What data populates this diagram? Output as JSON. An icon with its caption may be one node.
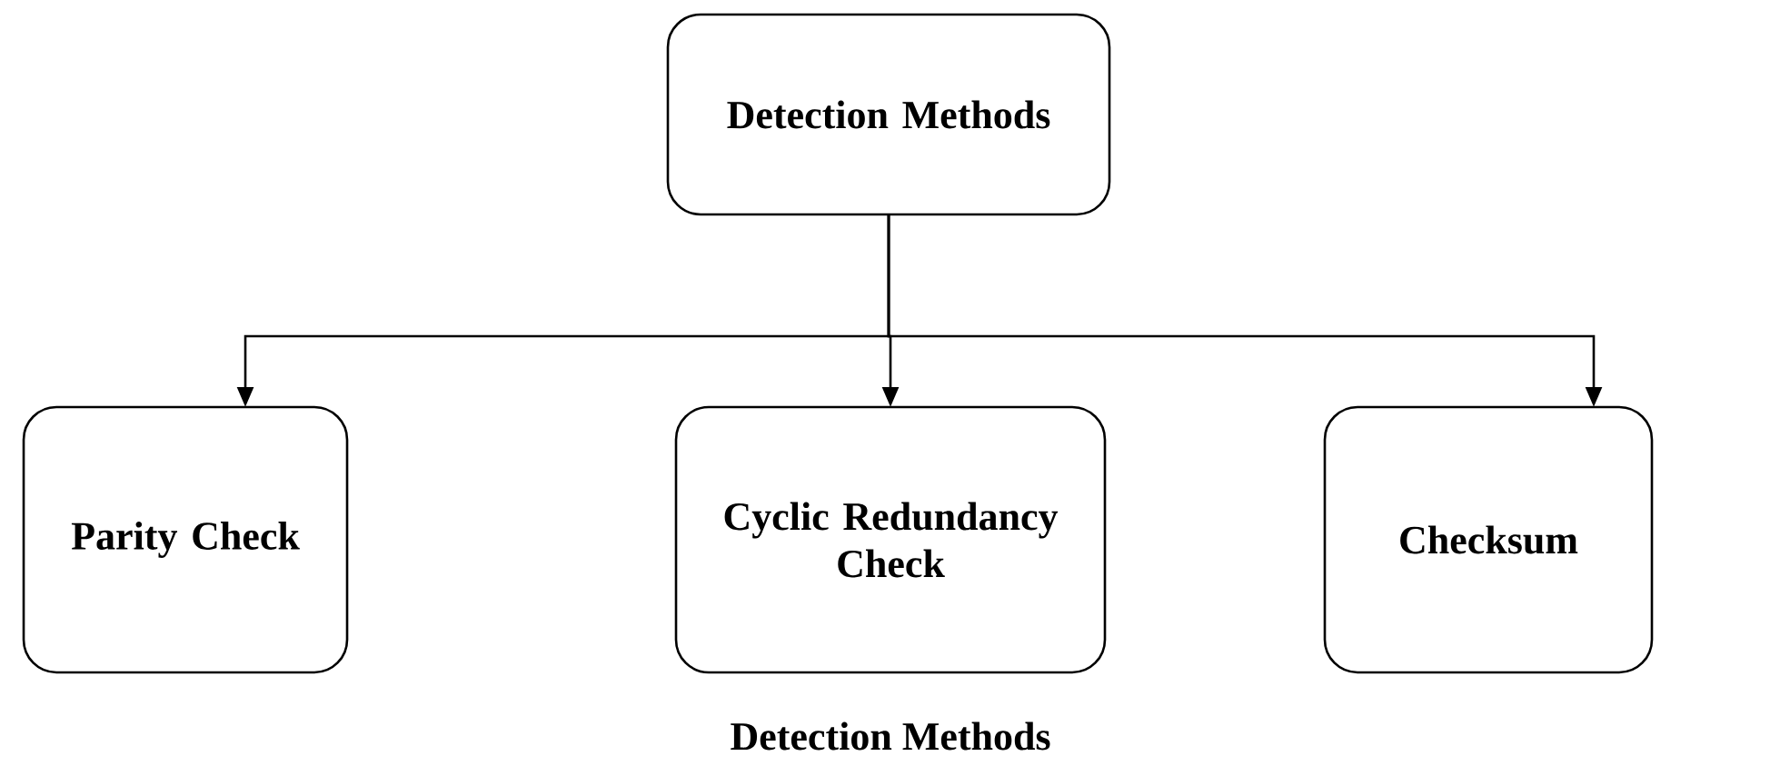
{
  "diagram": {
    "caption": "Detection Methods",
    "nodes": [
      {
        "text": [
          "Detection Methods"
        ]
      },
      {
        "text": [
          "Parity Check"
        ]
      },
      {
        "text": [
          "Cyclic Redundancy Check"
        ]
      },
      {
        "text": [
          "Checksum"
        ]
      }
    ],
    "edges": [
      {
        "from": 0,
        "to": 1,
        "arrow": "to"
      },
      {
        "from": 0,
        "to": 2,
        "arrow": "to"
      },
      {
        "from": 0,
        "to": 3,
        "arrow": "to"
      }
    ]
  }
}
